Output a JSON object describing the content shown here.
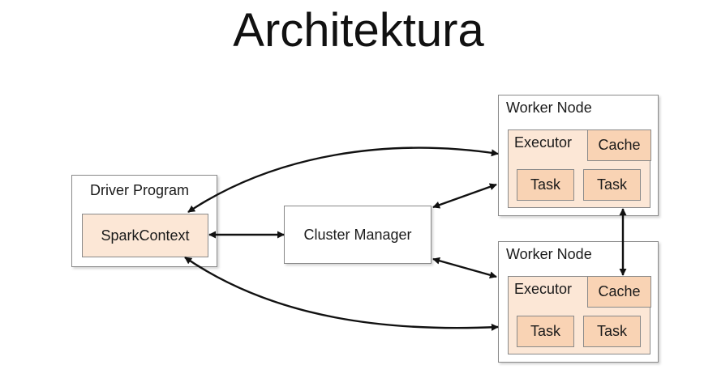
{
  "title": "Architektura",
  "driver": {
    "label": "Driver Program",
    "context": "SparkContext"
  },
  "cluster_manager": "Cluster Manager",
  "workers": [
    {
      "label": "Worker Node",
      "executor": "Executor",
      "cache": "Cache",
      "tasks": [
        "Task",
        "Task"
      ]
    },
    {
      "label": "Worker Node",
      "executor": "Executor",
      "cache": "Cache",
      "tasks": [
        "Task",
        "Task"
      ]
    }
  ],
  "colors": {
    "context_fill": "#fce7d6",
    "task_fill": "#f9d3b4",
    "border": "#8a8a8a"
  }
}
